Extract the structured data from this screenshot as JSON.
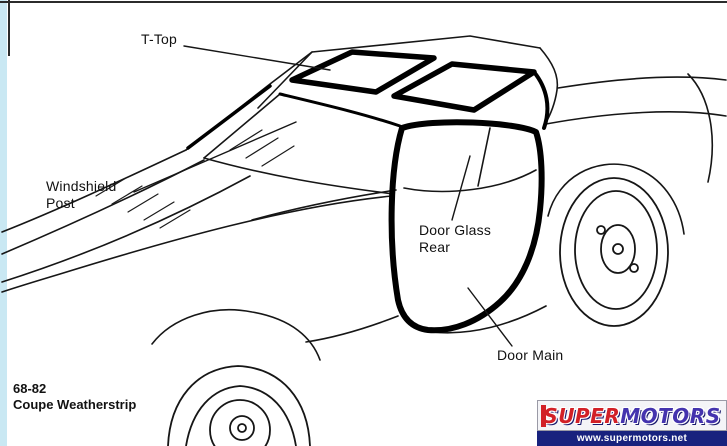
{
  "diagram": {
    "labels": {
      "t_top": "T-Top",
      "windshield": "Windshield",
      "post": "Post",
      "door_glass": "Door Glass",
      "rear": "Rear",
      "door_main": "Door Main"
    },
    "caption": {
      "code": "68-82",
      "title": "Coupe Weatherstrip"
    }
  },
  "watermark": {
    "super": "SUPER",
    "motors": "MOTORS",
    "url": "www.supermotors.net",
    "colors": {
      "super_red": "#d22027",
      "motors_blue": "#4433ae",
      "url_bar_navy": "#18227e",
      "scan_edge_blue": "#c9e8f3"
    }
  }
}
